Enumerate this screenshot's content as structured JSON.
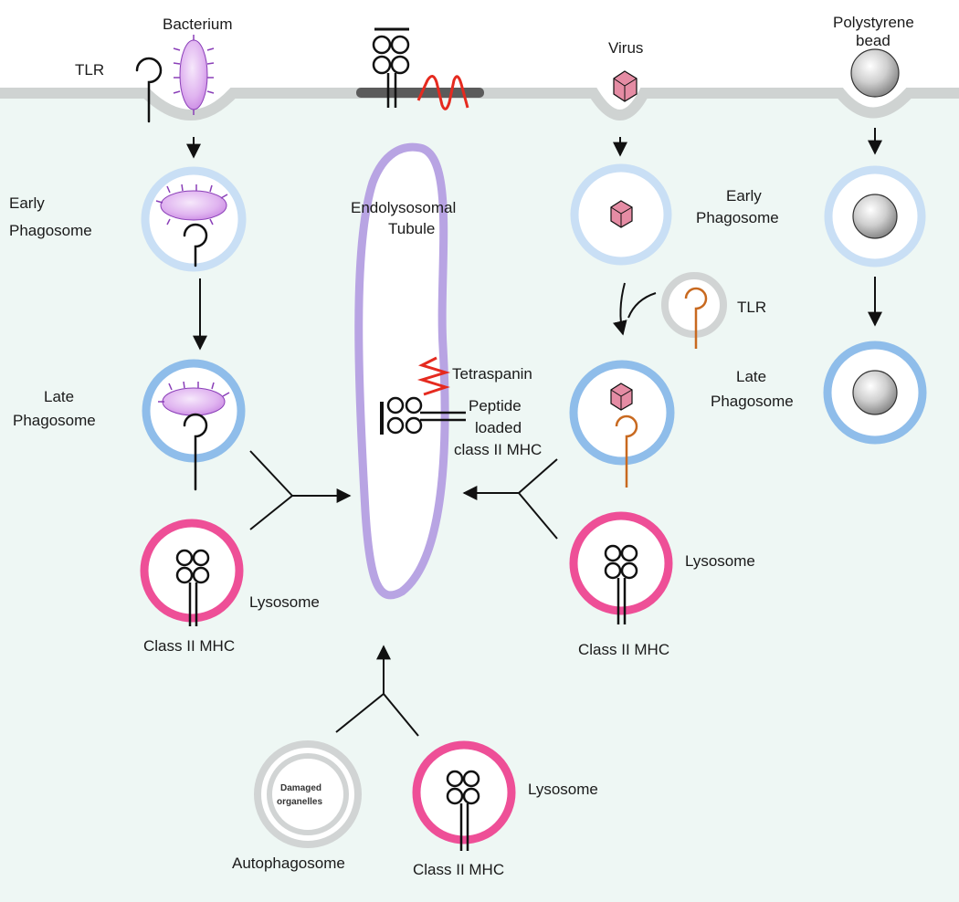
{
  "labels": {
    "bacterium": "Bacterium",
    "tlr_top": "TLR",
    "virus": "Virus",
    "bead_line1": "Polystyrene",
    "bead_line2": "bead",
    "early_left_1": "Early",
    "early_left_2": "Phagosome",
    "late_left_1": "Late",
    "late_left_2": "Phagosome",
    "endo_1": "Endolysosomal",
    "endo_2": "Tubule",
    "early_right_1": "Early",
    "early_right_2": "Phagosome",
    "tlr_right": "TLR",
    "late_right_1": "Late",
    "late_right_2": "Phagosome",
    "tetraspanin": "Tetraspanin",
    "peptide_1": "Peptide",
    "peptide_2": "loaded",
    "peptide_3": "class II MHC",
    "lysosome_left": "Lysosome",
    "mhc_left": "Class II MHC",
    "lysosome_right": "Lysosome",
    "mhc_right": "Class II MHC",
    "damaged_1": "Damaged",
    "damaged_2": "organelles",
    "autophagosome": "Autophagosome",
    "lysosome_bottom": "Lysosome",
    "mhc_bottom": "Class II MHC"
  },
  "colors": {
    "cytoplasm": "#eef7f4",
    "membrane": "#cfd3d2",
    "membrane_patch": "#5b5b5b",
    "early_phagosome": "#c9dff5",
    "late_phagosome": "#8fbdea",
    "lysosome": "#ee4f97",
    "autophagosome": "#d1d4d4",
    "tubule": "#b8a4e3",
    "bacterium": "#d9a6ee",
    "bacterium_spikes": "#8a3fb8",
    "virus": "#e58ca4",
    "bead": "#bfbfbf",
    "tetraspanin": "#e52a1f",
    "tlr_orange": "#c8691f"
  }
}
